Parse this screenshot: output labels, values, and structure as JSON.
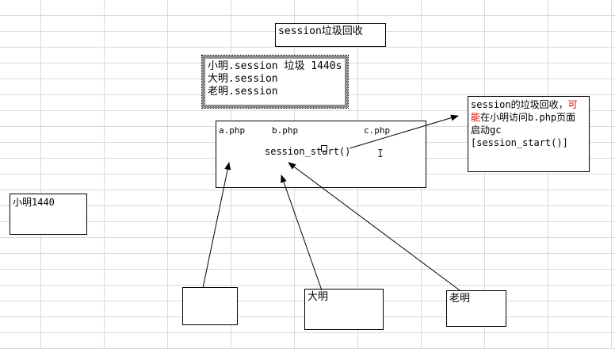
{
  "title": "session垃圾回收",
  "gc_note": {
    "lines": [
      "小明.session 垃圾 1440s",
      "大明.session",
      "老明.session"
    ]
  },
  "pages": {
    "a": "a.php",
    "b": "b.php",
    "c": "c.php",
    "call": "session_start()"
  },
  "explain": {
    "line1_prefix": "session的垃圾回收，",
    "line1_red": "可",
    "line2_red": "能",
    "line2_rest": "在小明访问b.php页面",
    "line3": "启动gc",
    "line4": "[session_start()]",
    "accent_color": "#e00000"
  },
  "xiaoming": "小明1440",
  "users": [
    "",
    "大明",
    "老明"
  ],
  "icons": [
    "text-cursor-icon",
    "resize-handle-icon"
  ]
}
